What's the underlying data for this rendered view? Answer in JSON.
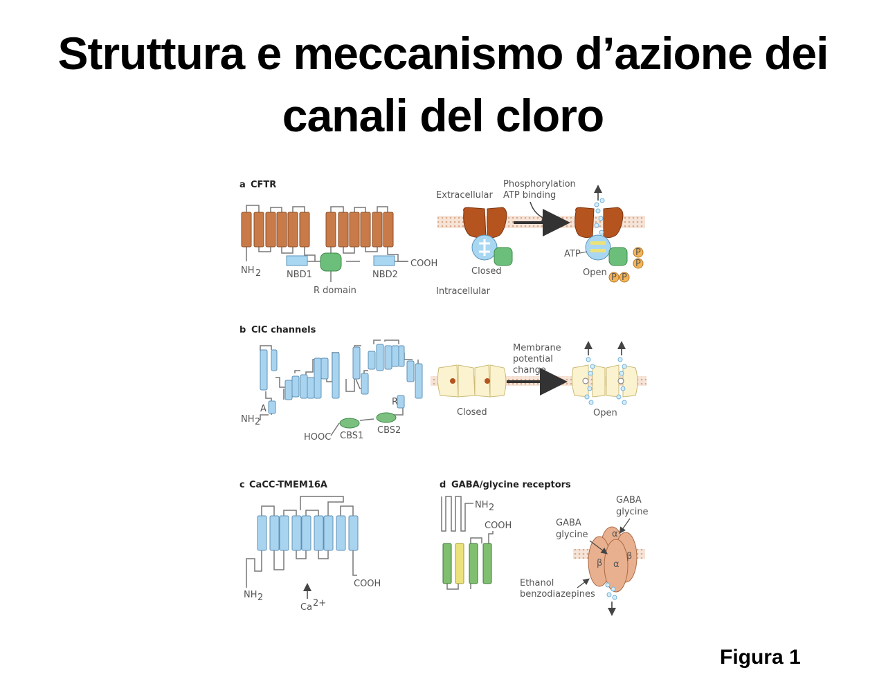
{
  "title": {
    "line1": "Struttura e meccanismo d’azione dei",
    "line2": "canali del cloro"
  },
  "figure_label": "Figura 1",
  "panels": {
    "a": {
      "letter": "a",
      "name": "CFTR",
      "labels": {
        "nh2": "NH",
        "nbd1": "NBD1",
        "r_domain": "R domain",
        "nbd2": "NBD2",
        "cooh": "COOH",
        "extracellular": "Extracellular",
        "intracellular": "Intracellular",
        "trigger_line1": "Phosphorylation",
        "trigger_line2": "ATP binding",
        "closed": "Closed",
        "open": "Open",
        "atp": "ATP",
        "p": "P"
      }
    },
    "b": {
      "letter": "b",
      "name": "ClC channels",
      "labels": {
        "nh2": "NH",
        "a": "A",
        "r": "R",
        "hooc": "HOOC",
        "cbs1": "CBS1",
        "cbs2": "CBS2",
        "trigger_line1": "Membrane",
        "trigger_line2": "potential",
        "trigger_line3": "change",
        "closed": "Closed",
        "open": "Open"
      }
    },
    "c": {
      "letter": "c",
      "name": "CaCC-TMEM16A",
      "labels": {
        "nh2": "NH",
        "cooh": "COOH",
        "ca": "Ca"
      }
    },
    "d": {
      "letter": "d",
      "name": "GABA/glycine receptors",
      "labels": {
        "nh2": "NH",
        "cooh": "COOH",
        "gaba_left_1": "GABA",
        "gaba_left_2": "glycine",
        "gaba_right_1": "GABA",
        "gaba_right_2": "glycine",
        "ethanol_1": "Ethanol",
        "ethanol_2": "benzodiazepines",
        "alpha": "α",
        "beta": "β"
      }
    }
  },
  "colors": {
    "cftr_helix": "#c87a48",
    "cftr_gate": "#b5541f",
    "nbd": "#a9d7f2",
    "r_domain": "#6cbf7a",
    "clc_helix": "#a9d4f0",
    "clc_gate": "#fbf3cf",
    "cbs": "#7cc07f",
    "tmem_helix": "#a9d4f0",
    "gaba_green": "#7fbf6f",
    "gaba_yellow": "#ece27b",
    "gaba_receptor": "#e9b08f",
    "membrane": "#e9c9b4",
    "ion": "#8fc4e6",
    "phospho": "#f4b45a"
  }
}
